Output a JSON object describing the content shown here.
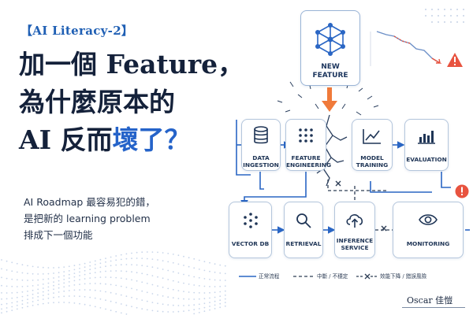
{
  "left": {
    "series_tag": "【AI Literacy-2】",
    "headline": {
      "line1": "加一個 Feature，",
      "line2": "為什麼原本的",
      "line3_prefix": "AI 反而",
      "line3_accent": "壞了？"
    },
    "subtitle": {
      "line1": "AI Roadmap 最容易犯的錯，",
      "line2": "是把新的 learning problem",
      "line3": "排成下一個功能"
    }
  },
  "diagram": {
    "new_feature": {
      "line1": "NEW",
      "line2": "FEATURE",
      "icon": "network-cube-icon"
    },
    "row1": [
      {
        "id": "data-ingestion",
        "line1": "DATA",
        "line2": "INGESTION",
        "icon": "database-icon"
      },
      {
        "id": "feature-engineering",
        "line1": "FEATURE",
        "line2": "ENGINEERING",
        "icon": "grid-dots-icon"
      },
      {
        "id": "model-training",
        "line1": "MODEL",
        "line2": "TRAINING",
        "icon": "line-chart-icon"
      },
      {
        "id": "evaluation",
        "line1": "EVALUATION",
        "line2": "",
        "icon": "bar-chart-icon"
      }
    ],
    "row2": [
      {
        "id": "vector-db",
        "line1": "VECTOR DB",
        "line2": "",
        "icon": "dot-cluster-icon"
      },
      {
        "id": "retrieval",
        "line1": "RETRIEVAL",
        "line2": "",
        "icon": "magnifier-icon"
      },
      {
        "id": "inference-service",
        "line1": "INFERENCE",
        "line2": "SERVICE",
        "icon": "cloud-upload-icon"
      },
      {
        "id": "monitoring",
        "line1": "MONITORING",
        "line2": "",
        "icon": "eye-icon"
      }
    ],
    "warning_icons": [
      "warning-triangle-icon",
      "warning-circle-icon"
    ],
    "colors": {
      "accent": "#2563c9",
      "arrow": "#f07a3a",
      "warning": "#e8533f",
      "node_border": "#b4c6dc"
    }
  },
  "legend": {
    "normal": "正常流程",
    "unstable": "中斷 / 不穩定",
    "degraded": "效能下降 / 錯誤風險"
  },
  "signature": "Oscar 佳愷"
}
